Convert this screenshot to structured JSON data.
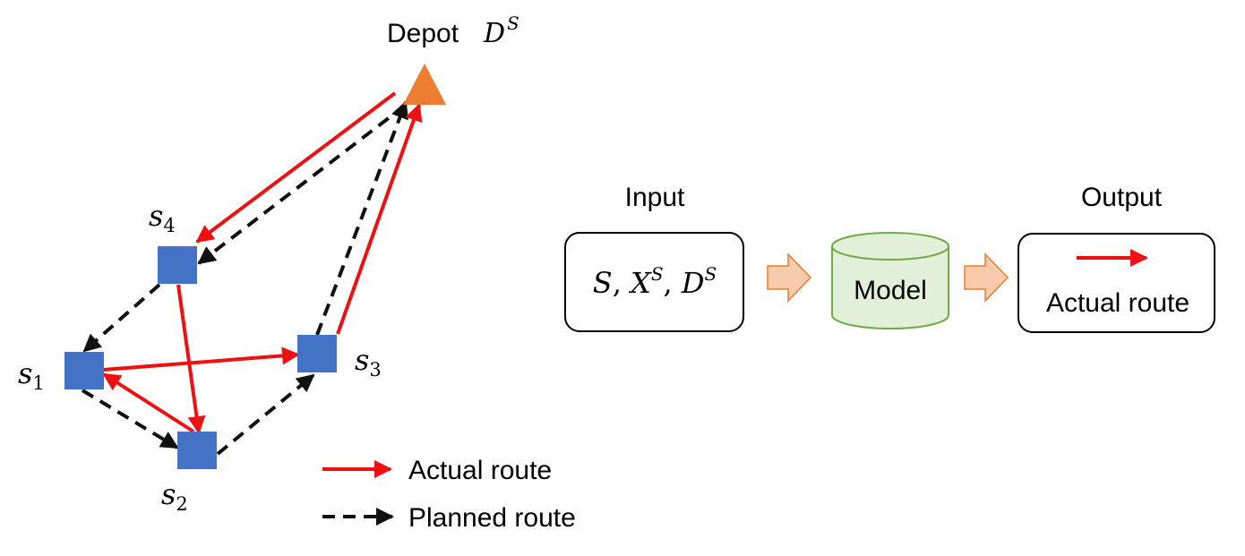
{
  "depot": {
    "label": "Depot",
    "symbol": "D",
    "superscript": "S"
  },
  "stops": [
    {
      "id": "s1",
      "base": "s",
      "sub": "1"
    },
    {
      "id": "s2",
      "base": "s",
      "sub": "2"
    },
    {
      "id": "s3",
      "base": "s",
      "sub": "3"
    },
    {
      "id": "s4",
      "base": "s",
      "sub": "4"
    }
  ],
  "legend": {
    "actual": "Actual route",
    "planned": "Planned route"
  },
  "pipeline": {
    "input_title": "Input",
    "input_content": {
      "a": "S",
      "b": "X",
      "b_sup": "S",
      "c": "D",
      "c_sup": "S"
    },
    "model_label": "Model",
    "output_title": "Output",
    "output_label": "Actual route"
  },
  "colors": {
    "actual_route": "#ee1111",
    "planned_route": "#111111",
    "stop_fill": "#4472c4",
    "depot_fill": "#ed7d31",
    "flow_arrow_fill": "#f8cbad",
    "flow_arrow_stroke": "#ed7d31",
    "model_fill": "#e2efd9",
    "model_stroke": "#70ad47"
  }
}
